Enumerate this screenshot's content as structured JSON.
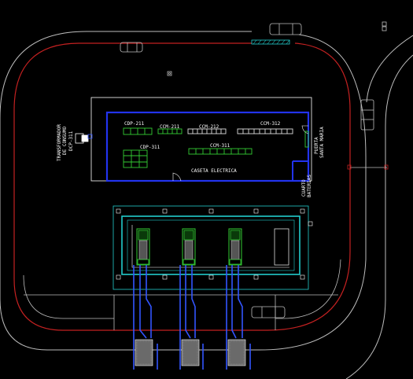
{
  "colors": {
    "background": "#000000",
    "road_outer": "#c8c8c8",
    "road_inner": "#cc2222",
    "building": "#2233ee",
    "equipment": "#33cc33",
    "pad": "#22cccc",
    "cable": "#3355ff",
    "label": "#ffffff"
  },
  "labels": {
    "transformer_line1": "TRANSFORMADOR",
    "transformer_line2": "DE CONSUMO",
    "transformer_tag": "DCP-311",
    "cdp211": "CDP-211",
    "ccm211": "CCM-211",
    "ccm212": "CCM-212",
    "ccm312": "CCM-312",
    "cdp311": "CDP-311",
    "ccm311": "CCM-311",
    "caseta": "CASETA ELECTRICA",
    "puerta_line1": "PUERTA",
    "puerta_line2": "SANTA MARIA",
    "cuarto_line1": "CUARTO",
    "cuarto_line2": "BATERIAS"
  },
  "icons": {
    "vehicles": [
      "car-icon",
      "car-icon",
      "truck-icon",
      "car-icon"
    ]
  }
}
